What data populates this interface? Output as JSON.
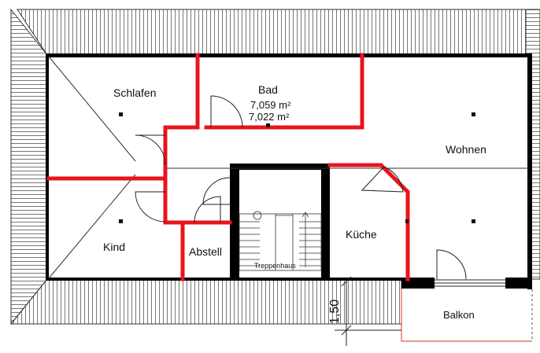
{
  "rooms": {
    "schlafen": "Schlafen",
    "bad": "Bad",
    "bad_area_1": "7,059 m²",
    "bad_area_2": "7,022 m²",
    "wohnen": "Wohnen",
    "kind": "Kind",
    "abstell": "Abstell",
    "kueche": "Küche",
    "treppenhaus": "Treppenhaus",
    "balkon": "Balkon"
  },
  "dimension": "1,50",
  "colors": {
    "wall_new": "#e8141c",
    "wall_existing": "#000000",
    "roof_hatch": "#444444",
    "balcony_outline": "#e03030"
  }
}
